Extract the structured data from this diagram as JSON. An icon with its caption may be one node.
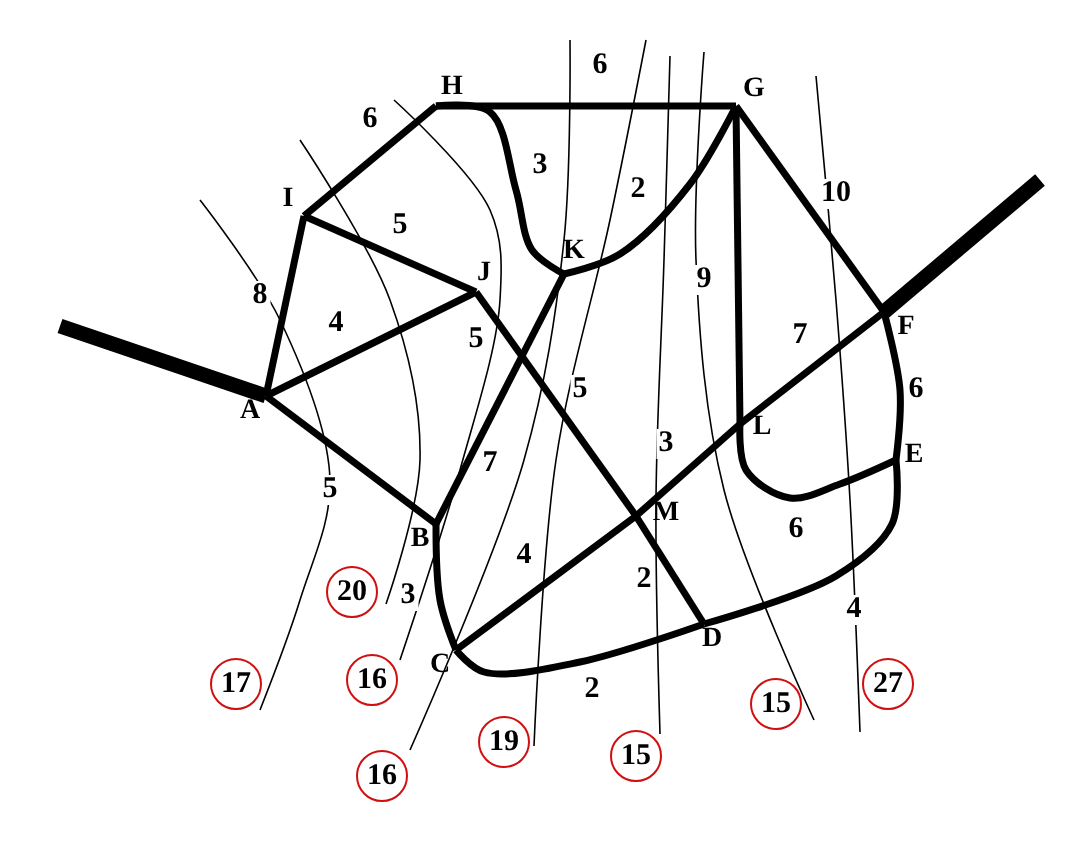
{
  "diagram": {
    "nodes": [
      {
        "text": [
          "A"
        ]
      },
      {
        "text": [
          "B"
        ]
      },
      {
        "text": [
          "C"
        ]
      },
      {
        "text": [
          "D"
        ]
      },
      {
        "text": [
          "E"
        ]
      },
      {
        "text": [
          "F"
        ]
      },
      {
        "text": [
          "G"
        ]
      },
      {
        "text": [
          "H"
        ]
      },
      {
        "text": [
          "I"
        ]
      },
      {
        "text": [
          "J"
        ]
      },
      {
        "text": [
          "K"
        ]
      },
      {
        "text": [
          "L"
        ]
      },
      {
        "text": [
          "M"
        ]
      }
    ],
    "edges": [
      {
        "from": null,
        "to": 0,
        "arrow": "none",
        "style": "thick"
      },
      {
        "from": 0,
        "to": 8,
        "arrow": "none",
        "label": "8"
      },
      {
        "from": 0,
        "to": 9,
        "arrow": "none",
        "label": "4"
      },
      {
        "from": 0,
        "to": 1,
        "arrow": "none",
        "label": "5"
      },
      {
        "from": 8,
        "to": 7,
        "arrow": "none",
        "label": "6"
      },
      {
        "from": 8,
        "to": 9,
        "arrow": "none",
        "label": "5"
      },
      {
        "from": 7,
        "to": 6,
        "arrow": "none",
        "label": "6"
      },
      {
        "from": 7,
        "to": 10,
        "arrow": "none",
        "label": "3"
      },
      {
        "from": 10,
        "to": 6,
        "arrow": "none",
        "label": "2"
      },
      {
        "from": 9,
        "to": 12,
        "arrow": "none",
        "label": "5"
      },
      {
        "from": 1,
        "to": 10,
        "arrow": "none",
        "label": "7"
      },
      {
        "from": 1,
        "to": 2,
        "arrow": "none",
        "label": "3"
      },
      {
        "from": 2,
        "to": 12,
        "arrow": "none",
        "label": "4"
      },
      {
        "from": 12,
        "to": 11,
        "arrow": "none",
        "label": "3"
      },
      {
        "from": 11,
        "to": 5,
        "arrow": "none",
        "label": "7"
      },
      {
        "from": 5,
        "to": null,
        "arrow": "none",
        "style": "thick"
      },
      {
        "from": 6,
        "to": 11,
        "arrow": "none",
        "label": "9"
      },
      {
        "from": 6,
        "to": 5,
        "arrow": "none",
        "label": "10"
      },
      {
        "from": 5,
        "to": 4,
        "arrow": "none",
        "label": "6"
      },
      {
        "from": 11,
        "to": 4,
        "arrow": "none",
        "label": "6"
      },
      {
        "from": 4,
        "to": 3,
        "arrow": "none",
        "label": "4"
      },
      {
        "from": 12,
        "to": 3,
        "arrow": "none",
        "label": "2"
      },
      {
        "from": 2,
        "to": 3,
        "arrow": "none",
        "label": "2"
      }
    ],
    "labels": [
      "5",
      "20",
      "16",
      "17",
      "27",
      "15",
      "19",
      "15",
      "16"
    ]
  }
}
